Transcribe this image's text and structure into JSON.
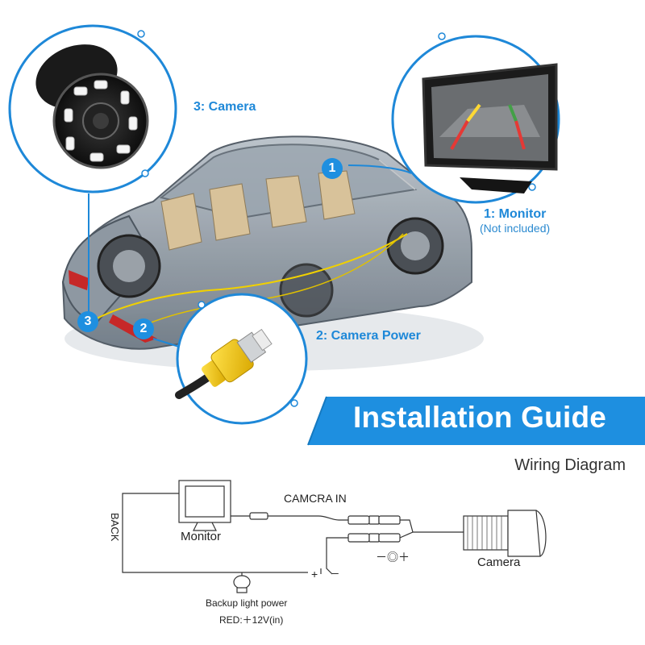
{
  "callouts": {
    "camera": {
      "number": "3",
      "label": "3: Camera"
    },
    "monitor": {
      "number": "1",
      "label": "1: Monitor",
      "note": "(Not included)"
    },
    "power": {
      "number": "2",
      "label": "2: Camera Power"
    }
  },
  "banner": {
    "title": "Installation Guide",
    "color": "#1e8fe0"
  },
  "wiring": {
    "title": "Wiring Diagram",
    "camera_in": "CAMCRA IN",
    "back": "BACK",
    "monitor": "Monitor",
    "camera": "Camera",
    "polarity": "－◎＋",
    "plus": "+",
    "minus": "–",
    "backup_power": "Backup light power",
    "red_voltage": "RED:＋12V(in)"
  }
}
